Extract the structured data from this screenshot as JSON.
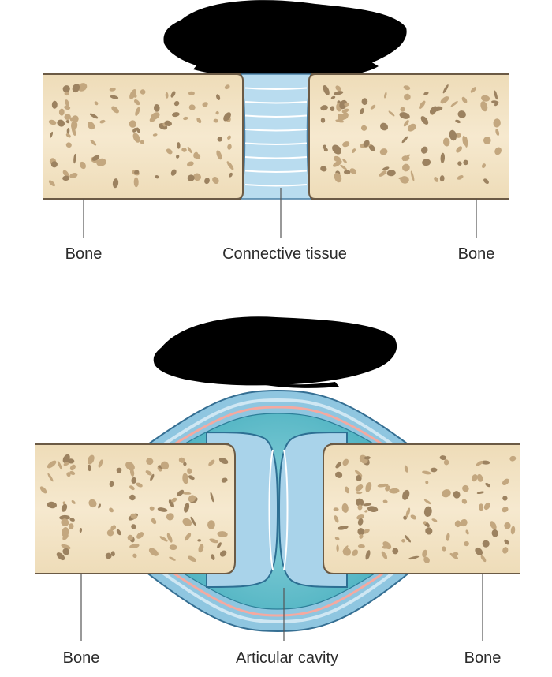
{
  "top_diagram": {
    "labels": {
      "left_bone": "Bone",
      "middle": "Connective tissue",
      "right_bone": "Bone"
    }
  },
  "bottom_diagram": {
    "labels": {
      "left_bone": "Bone",
      "middle": "Articular cavity",
      "right_bone": "Bone"
    }
  },
  "colors": {
    "bone_fill": "#f3e3c4",
    "bone_edge": "#6b5a45",
    "spongy_spots": "#c3a77f",
    "connective_blue": "#b9dcef",
    "cavity_teal": "#6fc3cf",
    "cartilage_blue": "#a9d3ea",
    "membrane_pink": "#f4a9a0",
    "redaction": "#000000"
  },
  "icons": [
    "redaction-scribble-top",
    "redaction-scribble-bottom"
  ]
}
